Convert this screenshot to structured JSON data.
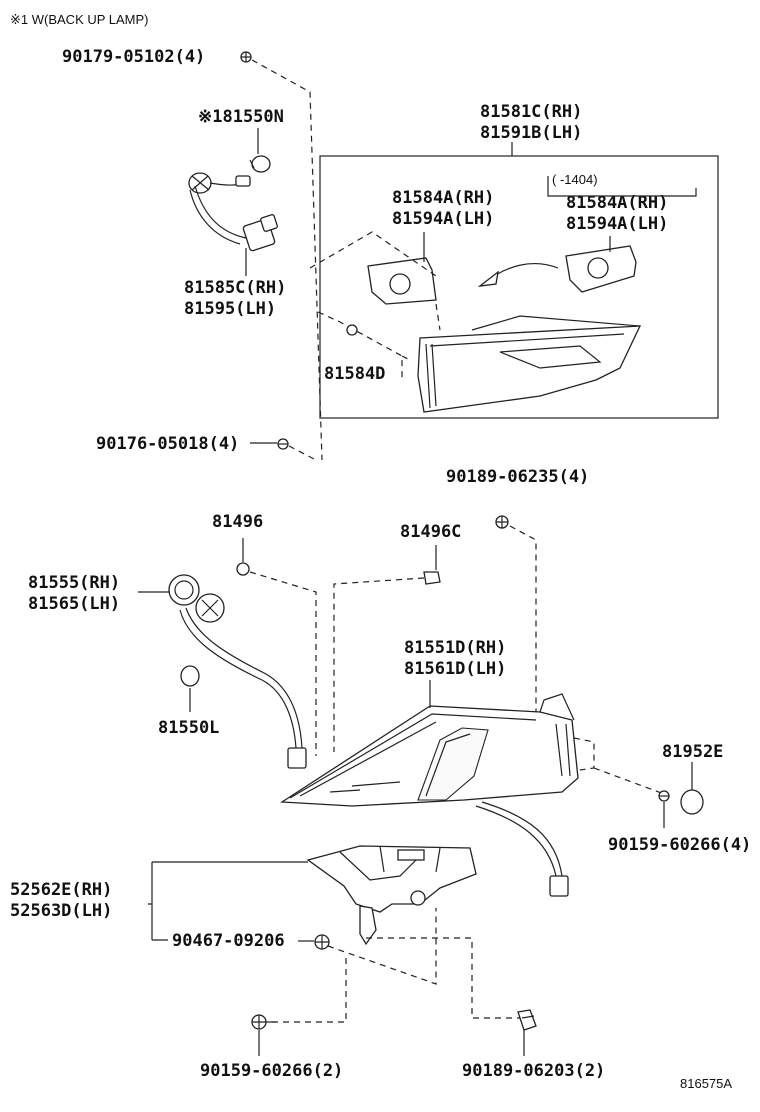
{
  "note": "※1 W(BACK UP LAMP)",
  "labels": {
    "p90179": "90179-05102(4)",
    "p181550n": "※181550N",
    "p81581c": "81581C(RH)",
    "p81591b": "81591B(LH)",
    "p1404": "(     -1404)",
    "p81584a_rh_1": "81584A(RH)",
    "p81594a_lh_1": "81594A(LH)",
    "p81584a_rh_2": "81584A(RH)",
    "p81594a_lh_2": "81594A(LH)",
    "p81585c": "81585C(RH)",
    "p81595": "81595(LH)",
    "p81584d": "81584D",
    "p90176": "90176-05018(4)",
    "p90189_06235": "90189-06235(4)",
    "p81496": "81496",
    "p81496c": "81496C",
    "p81555": "81555(RH)",
    "p81565": "81565(LH)",
    "p81551d": "81551D(RH)",
    "p81561d": "81561D(LH)",
    "p81550l": "81550L",
    "p81952e": "81952E",
    "p90159_4": "90159-60266(4)",
    "p52562e": "52562E(RH)",
    "p52563d": "52563D(LH)",
    "p90467": "90467-09206",
    "p90159_2": "90159-60266(2)",
    "p90189_06203": "90189-06203(2)",
    "diagram_id": "816575A"
  }
}
